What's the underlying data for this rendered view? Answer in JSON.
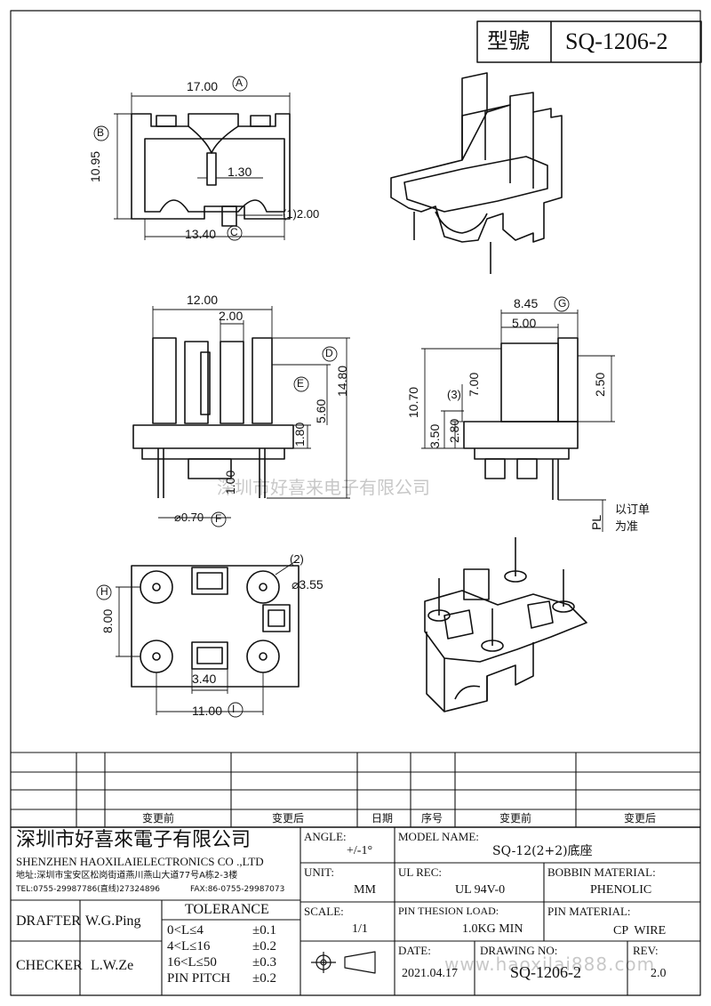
{
  "title_block": {
    "model_label": "型號",
    "model_value": "SQ-1206-2"
  },
  "dims": {
    "top_view": {
      "width": "17.00",
      "width_ref": "A",
      "height": "10.95",
      "height_ref": "B",
      "slot": "1.30",
      "inner": "13.40",
      "inner_ref": "C",
      "pin_note": "(1)2.00"
    },
    "front_view": {
      "width": "12.00",
      "tab": "2.00",
      "height": "14.80",
      "height_ref": "D",
      "mid": "5.60",
      "mid_ref": "E",
      "base": "1.80",
      "pin_dim": "1.00",
      "pin_dia": "⌀0.70",
      "pin_dia_ref": "F"
    },
    "side_view": {
      "width": "8.45",
      "width_ref": "G",
      "inner": "5.00",
      "total": "10.70",
      "note": "(3)",
      "upper": "7.00",
      "base": "3.50",
      "base2": "2.80",
      "tab": "2.50",
      "pl": "PL",
      "pl_note_1": "以订单",
      "pl_note_2": "为准"
    },
    "bottom_view": {
      "height": "8.00",
      "height_ref": "H",
      "hole_note": "(2)",
      "hole_dia": "⌀3.55",
      "pad": "3.40",
      "width": "11.00",
      "width_ref": "I"
    }
  },
  "watermark": {
    "company": "深圳市好喜来电子有限公司",
    "url": "www.haoxilai888.com"
  },
  "revision_table": {
    "headers": [
      "变更前",
      "变更后",
      "日期",
      "序号",
      "变更前",
      "变更后"
    ]
  },
  "info": {
    "company_cn": "深圳市好喜來電子有限公司",
    "company_en": "SHENZHEN HAOXILAIELECTRONICS CO .,LTD",
    "address": "地址:深圳市宝安区松岗街道燕川燕山大道77号A栋2-3楼",
    "tel": "TEL:0755-29987786(直线)27324896",
    "fax": "FAX:86-0755-29987073",
    "drafter_label": "DRAFTER",
    "drafter": "W.G.Ping",
    "checker_label": "CHECKER",
    "checker": "L.W.Ze",
    "tolerance_title": "TOLERANCE",
    "tolerance": [
      {
        "range": "0<L≤4",
        "value": "±0.1"
      },
      {
        "range": "4<L≤16",
        "value": "±0.2"
      },
      {
        "range": "16<L≤50",
        "value": "±0.3"
      },
      {
        "range": "PIN PITCH",
        "value": "±0.2"
      }
    ],
    "angle_label": "ANGLE:",
    "angle": "+/-1°",
    "unit_label": "UNIT:",
    "unit": "MM",
    "scale_label": "SCALE:",
    "scale": "1/1",
    "model_name_label": "MODEL NAME:",
    "model_name": "SQ-12(2+2)底座",
    "ul_label": "UL REC:",
    "ul": "UL 94V-0",
    "bobbin_label": "BOBBIN MATERIAL:",
    "bobbin": "PHENOLIC",
    "pin_load_label": "PIN THESION LOAD:",
    "pin_load": "1.0KG MIN",
    "pin_mat_label": "PIN MATERIAL:",
    "pin_mat": "CP  WIRE",
    "date_label": "DATE:",
    "date": "2021.04.17",
    "drawing_label": "DRAWING NO:",
    "drawing": "SQ-1206-2",
    "rev_label": "REV:",
    "rev": "2.0"
  }
}
